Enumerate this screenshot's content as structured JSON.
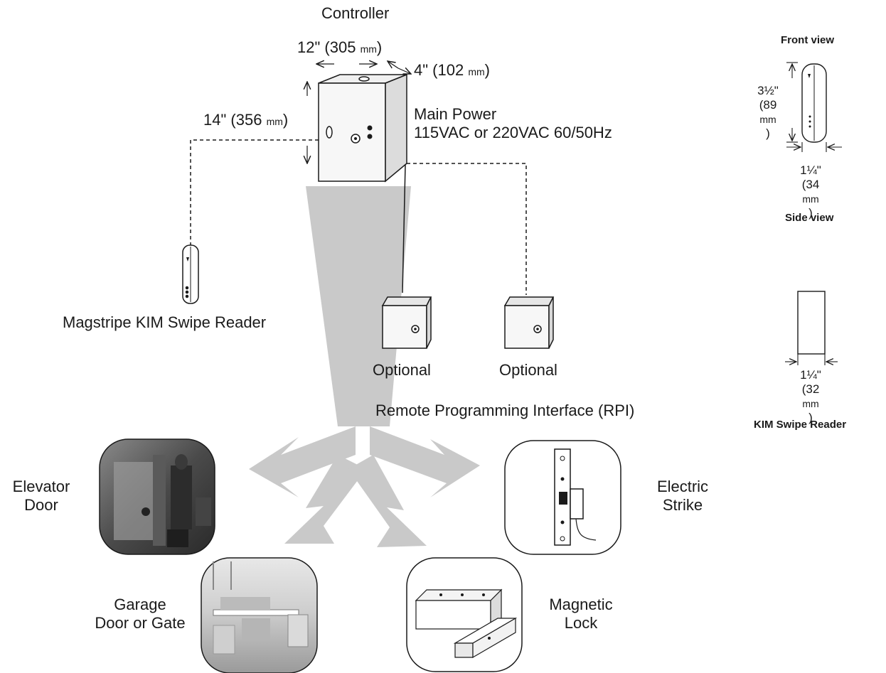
{
  "controller": {
    "title": "Controller",
    "width_dim": "12\" (305",
    "depth_dim": "4\" (102",
    "height_dim": "14\" (356",
    "unit_mm": "mm",
    "close_paren": ")"
  },
  "main_power": {
    "line1": "Main Power",
    "line2": "115VAC or 220VAC 60/50Hz"
  },
  "swipe_reader": {
    "label": "Magstripe KIM Swipe Reader"
  },
  "rpi": {
    "optional_1": "Optional",
    "optional_2": "Optional",
    "caption": "Remote Programming Interface (RPI)"
  },
  "destinations": {
    "elevator": [
      "Elevator",
      "Door"
    ],
    "garage": [
      "Garage",
      "Door or Gate"
    ],
    "strike": [
      "Electric",
      "Strike"
    ],
    "maglock": [
      "Magnetic",
      "Lock"
    ]
  },
  "reader_views": {
    "front_view_title": "Front view",
    "height_in": "3½\"",
    "height_mm": "(89",
    "depth_in": "1¼\"",
    "depth_mm": "(34",
    "side_view_title": "Side view",
    "width_in": "1¼\"",
    "width_mm": "(32",
    "reader_title": "KIM Swipe Reader"
  },
  "colors": {
    "flow_arrow": "#c9c9c9",
    "line": "#1a1a1a",
    "photo_dark": "#3a3a3a"
  }
}
